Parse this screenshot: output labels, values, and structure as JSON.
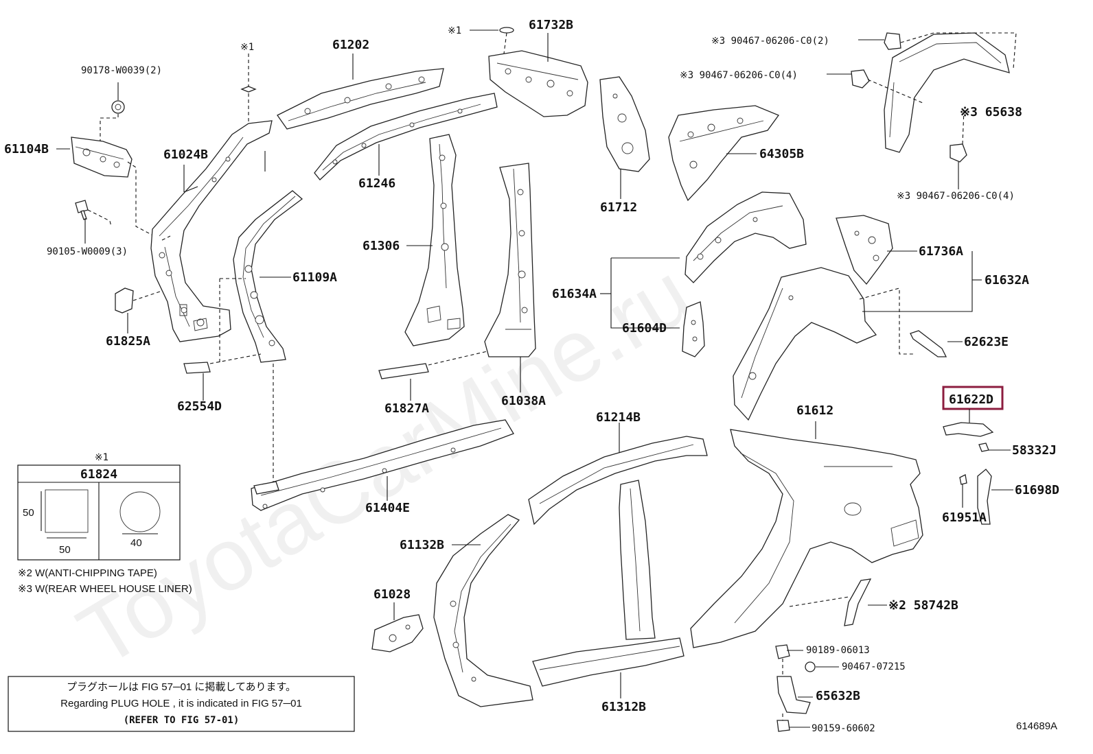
{
  "watermark": "ToyotaCarMine.ru",
  "figure_code": "614689A",
  "highlighted_part": "61622D",
  "colors": {
    "highlight": "#8c1d3f",
    "line": "#111111",
    "watermark": "#000000"
  },
  "labels": {
    "p90178": "90178-W0039(2)",
    "p61104B": "61104B",
    "p90105": "90105-W0009(3)",
    "p61825A": "61825A",
    "n1a": "※1",
    "p61202": "61202",
    "p61024B": "61024B",
    "p61109A": "61109A",
    "p62554D": "62554D",
    "n1b": "※1",
    "p61732B": "61732B",
    "p61246": "61246",
    "p61306": "61306",
    "p61827A": "61827A",
    "p61038A": "61038A",
    "p61712": "61712",
    "p90467a": "※3 90467-06206-C0(2)",
    "p90467b": "※3 90467-06206-C0(4)",
    "p65638": "※3 65638",
    "p90467c": "※3 90467-06206-C0(4)",
    "p64305B": "64305B",
    "p61736A": "61736A",
    "p61632A": "61632A",
    "p61634A": "61634A",
    "p61604D": "61604D",
    "p62623E": "62623E",
    "p61622D": "61622D",
    "p58332J": "58332J",
    "p61698D": "61698D",
    "p61951A": "61951A",
    "p61612": "61612",
    "p61214B": "61214B",
    "p61404E": "61404E",
    "p61132B": "61132B",
    "p61028": "61028",
    "p61312B": "61312B",
    "p58742B": "※2 58742B",
    "p90189": "90189-06013",
    "p90467d": "90467-07215",
    "p65632B": "65632B",
    "p90159": "90159-60602"
  },
  "plug_table": {
    "note_ref": "※1",
    "part": "61824",
    "square": {
      "side": "50",
      "width": "50"
    },
    "circle": {
      "diameter": "40"
    }
  },
  "notes": [
    "※2 W(ANTI-CHIPPING TAPE)",
    "※3 W(REAR WHEEL HOUSE LINER)"
  ],
  "reference_box": [
    "プラグホールは FIG  57─01 に掲載してあります。",
    "Regarding  PLUG  HOLE , it is indicated in  FIG  57─01",
    "(REFER TO FIG 57-01)"
  ]
}
